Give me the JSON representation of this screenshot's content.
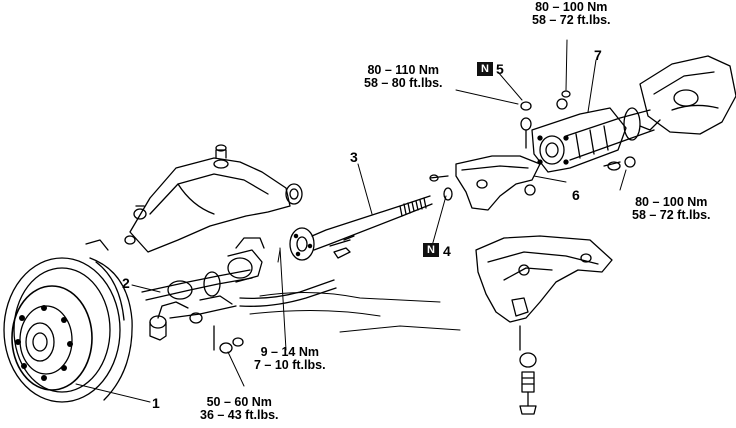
{
  "callouts": {
    "c1": "1",
    "c2": "2",
    "c3": "3",
    "c4": "4",
    "c5": "5",
    "c6": "6",
    "c7": "7"
  },
  "badges": {
    "n4": "N",
    "n5": "N"
  },
  "torque": {
    "top_right": {
      "nm": "80 – 100 Nm",
      "ftlbs": "58 – 72 ft.lbs."
    },
    "top_left": {
      "nm": "80 – 110 Nm",
      "ftlbs": "58 – 80 ft.lbs."
    },
    "right": {
      "nm": "80 – 100 Nm",
      "ftlbs": "58 – 72 ft.lbs."
    },
    "mid_bottom": {
      "nm": "9 – 14 Nm",
      "ftlbs": "7 – 10 ft.lbs."
    },
    "bottom_left": {
      "nm": "50 – 60 Nm",
      "ftlbs": "36 – 43 ft.lbs."
    }
  }
}
